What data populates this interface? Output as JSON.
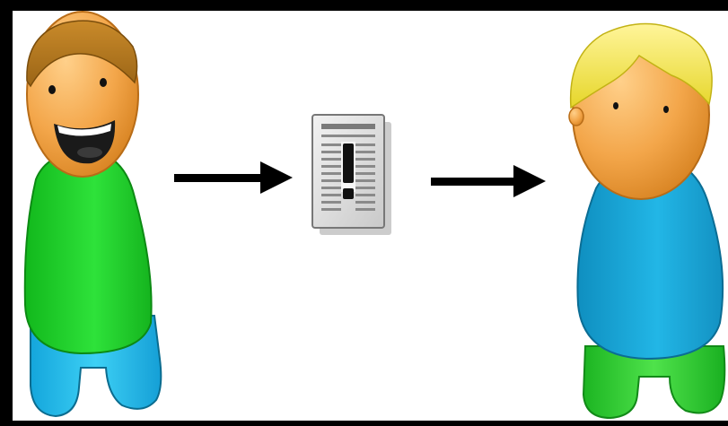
{
  "diagram": {
    "type": "message-flow",
    "nodes": [
      {
        "id": "sender",
        "role": "person",
        "expression": "smiling",
        "hair_color": "#b57a1f",
        "shirt_color": "#22d62a",
        "pants_color": "#1fb8e8",
        "skin_color": "#f3a64a"
      },
      {
        "id": "message",
        "role": "document",
        "icon": "news-alert-document-icon",
        "symbol": "!"
      },
      {
        "id": "receiver",
        "role": "person",
        "expression": "neutral",
        "hair_color": "#f4e94a",
        "shirt_color": "#1fa6d6",
        "pants_color": "#35d23a",
        "skin_color": "#f3a64a"
      }
    ],
    "edges": [
      {
        "from": "sender",
        "to": "message"
      },
      {
        "from": "message",
        "to": "receiver"
      }
    ]
  },
  "colors": {
    "border": "#000000",
    "background": "#ffffff",
    "arrow": "#000000"
  }
}
